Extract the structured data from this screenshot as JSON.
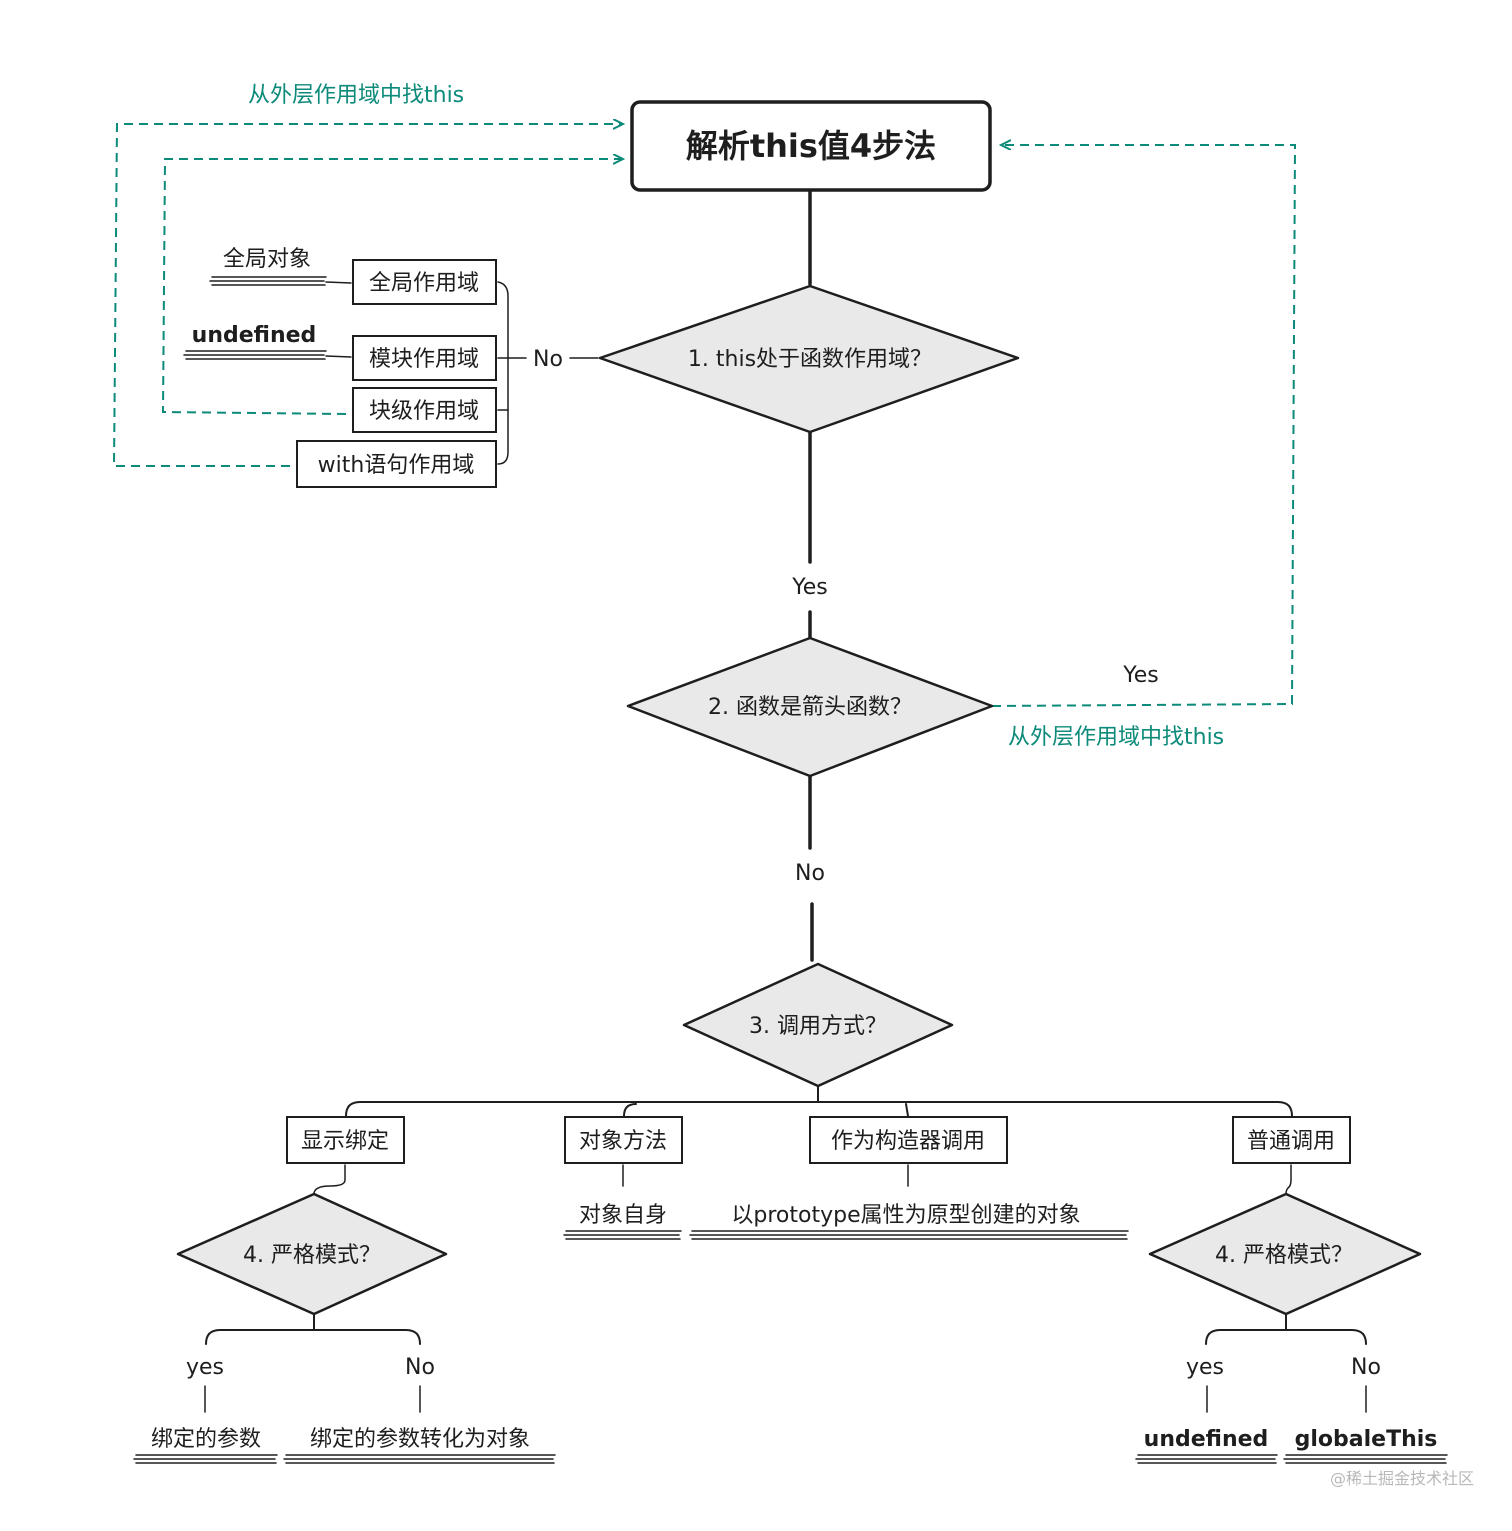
{
  "title": "解析this值4步法",
  "colors": {
    "accent": "#0c8a7a",
    "ink": "#1e1e1e",
    "diamond_fill": "#e9e9e9"
  },
  "step1": {
    "question": "1. this处于函数作用域？",
    "no_label": "No",
    "yes_label": "Yes",
    "scopes": [
      "全局作用域",
      "模块作用域",
      "块级作用域",
      "with语句作用域"
    ],
    "results": {
      "global": "全局对象",
      "module": "undefined"
    },
    "lookup_outer": "从外层作用域中找this"
  },
  "step2": {
    "question": "2. 函数是箭头函数？",
    "yes_label": "Yes",
    "no_label": "No",
    "lookup_outer": "从外层作用域中找this"
  },
  "step3": {
    "question": "3. 调用方式？",
    "branches": [
      "显示绑定",
      "对象方法",
      "作为构造器调用",
      "普通调用"
    ],
    "object_method_result": "对象自身",
    "constructor_result": "以prototype属性为原型创建的对象"
  },
  "step4_left": {
    "question": "4. 严格模式？",
    "yes_label": "yes",
    "no_label": "No",
    "yes_result": "绑定的参数",
    "no_result": "绑定的参数转化为对象"
  },
  "step4_right": {
    "question": "4. 严格模式？",
    "yes_label": "yes",
    "no_label": "No",
    "yes_result": "undefined",
    "no_result": "globaleThis"
  },
  "watermark": "@稀土掘金技术社区"
}
